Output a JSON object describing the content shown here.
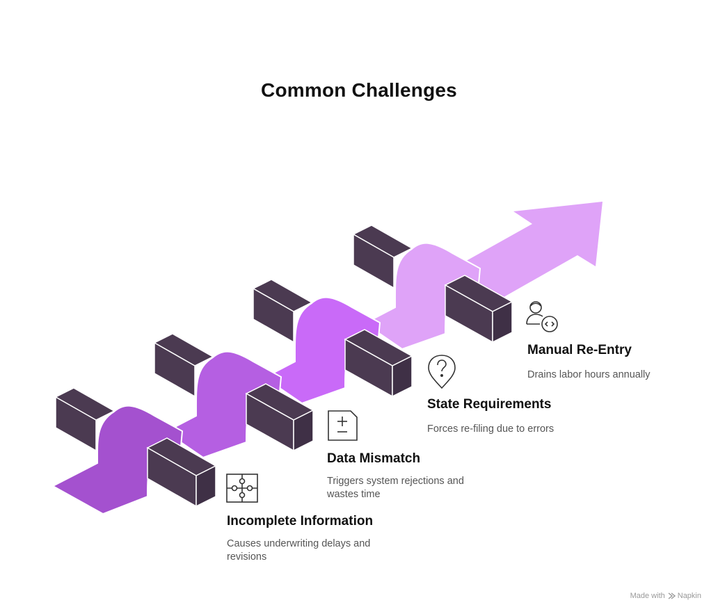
{
  "title": "Common Challenges",
  "items": [
    {
      "title": "Incomplete Information",
      "description": "Causes underwriting delays and revisions",
      "icon": "puzzle-icon"
    },
    {
      "title": "Data Mismatch",
      "description": "Triggers system rejections and wastes time",
      "icon": "plus-minus-document-icon"
    },
    {
      "title": "State Requirements",
      "description": "Forces re-filing due to errors",
      "icon": "question-pin-icon"
    },
    {
      "title": "Manual Re-Entry",
      "description": "Drains labor hours annually",
      "icon": "user-code-icon"
    }
  ],
  "footer": {
    "made_with": "Made with",
    "brand": "Napkin"
  },
  "colors": {
    "step1": "#a451cf",
    "step2": "#b55fe2",
    "step3": "#c96af8",
    "step4": "#dfa3f8",
    "arrow": "#dfa3f8",
    "block": "#4b3a51",
    "block_top": "#56445c",
    "outline": "#ffffff"
  }
}
